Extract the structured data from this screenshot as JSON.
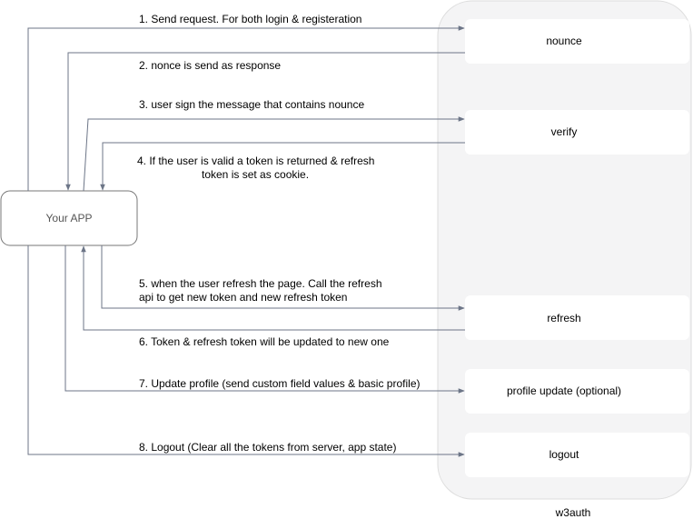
{
  "group": {
    "label": "w3auth"
  },
  "client": {
    "label": "Your APP"
  },
  "endpoints": {
    "nounce": "nounce",
    "verify": "verify",
    "refresh": "refresh",
    "profile": "profile update (optional)",
    "logout": "logout"
  },
  "steps": {
    "s1": "1. Send request. For both login & registeration",
    "s2": "2. nonce is send as response",
    "s3": "3. user sign the message that contains nounce",
    "s4_line1": "4. If the user is valid a token is returned & refresh",
    "s4_line2": "token is set as cookie.",
    "s5_line1": "5. when the user refresh the page. Call the refresh",
    "s5_line2": "api to get new token and new refresh token",
    "s6": "6. Token & refresh token will be updated to new one",
    "s7": "7. Update profile (send custom field values & basic profile)",
    "s8": "8. Logout (Clear all the tokens from server, app state)"
  },
  "colors": {
    "edge": "#6c7587",
    "group_fill": "#f4f4f5",
    "group_stroke": "#dddddd",
    "box_fill": "#ffffff",
    "app_stroke": "#777777"
  }
}
